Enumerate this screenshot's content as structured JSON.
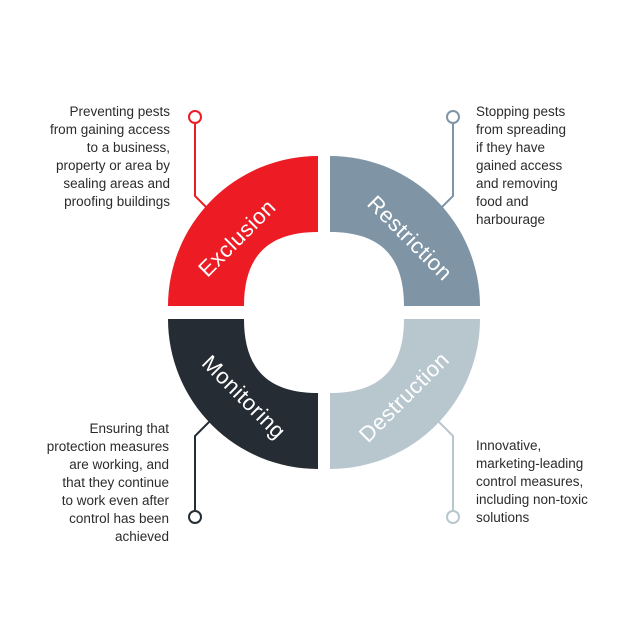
{
  "segments": {
    "exclusion": {
      "label": "Exclusion",
      "color": "#ed1c24",
      "description": "Preventing pests\nfrom gaining access\nto a business,\nproperty or area by\nsealing areas and\nproofing buildings"
    },
    "restriction": {
      "label": "Restriction",
      "color": "#7f95a5",
      "description": "Stopping pests\nfrom spreading\nif they have\ngained access\nand removing\nfood and\nharbourage"
    },
    "monitoring": {
      "label": "Monitoring",
      "color": "#252c33",
      "description": "Ensuring that\nprotection measures\nare working, and\nthat they continue\nto work even after\ncontrol has been\nachieved"
    },
    "destruction": {
      "label": "Destruction",
      "color": "#b8c6ce",
      "description": "Innovative,\nmarketing-leading\ncontrol measures,\nincluding non-toxic\nsolutions"
    }
  }
}
